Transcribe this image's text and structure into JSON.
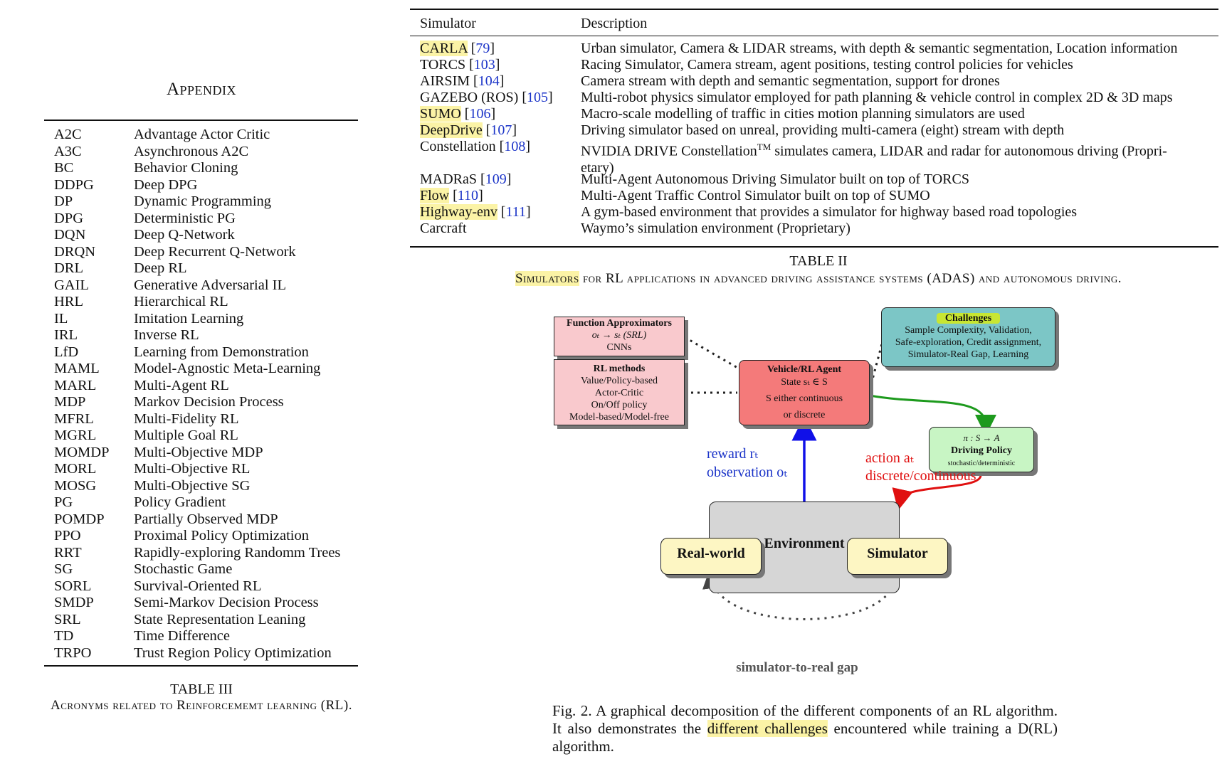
{
  "left_panel": {
    "appendix_title": "Appendix",
    "acronyms": [
      [
        "A2C",
        "Advantage Actor Critic"
      ],
      [
        "A3C",
        "Asynchronous A2C"
      ],
      [
        "BC",
        "Behavior Cloning"
      ],
      [
        "DDPG",
        "Deep DPG"
      ],
      [
        "DP",
        "Dynamic Programming"
      ],
      [
        "DPG",
        "Deterministic PG"
      ],
      [
        "DQN",
        "Deep Q-Network"
      ],
      [
        "DRQN",
        "Deep Recurrent Q-Network"
      ],
      [
        "DRL",
        "Deep RL"
      ],
      [
        "GAIL",
        "Generative Adversarial IL"
      ],
      [
        "HRL",
        "Hierarchical RL"
      ],
      [
        "IL",
        "Imitation Learning"
      ],
      [
        "IRL",
        "Inverse RL"
      ],
      [
        "LfD",
        "Learning from Demonstration"
      ],
      [
        "MAML",
        "Model-Agnostic Meta-Learning"
      ],
      [
        "MARL",
        "Multi-Agent RL"
      ],
      [
        "MDP",
        "Markov Decision Process"
      ],
      [
        "MFRL",
        "Multi-Fidelity RL"
      ],
      [
        "MGRL",
        "Multiple Goal RL"
      ],
      [
        "MOMDP",
        "Multi-Objective MDP"
      ],
      [
        "MORL",
        "Multi-Objective RL"
      ],
      [
        "MOSG",
        "Multi-Objective SG"
      ],
      [
        "PG",
        "Policy Gradient"
      ],
      [
        "POMDP",
        "Partially Observed MDP"
      ],
      [
        "PPO",
        "Proximal Policy Optimization"
      ],
      [
        "RRT",
        "Rapidly-exploring Randomm Trees"
      ],
      [
        "SG",
        "Stochastic Game"
      ],
      [
        "SORL",
        "Survival-Oriented RL"
      ],
      [
        "SMDP",
        "Semi-Markov Decision Process"
      ],
      [
        "SRL",
        "State Representation Leaning"
      ],
      [
        "TD",
        "Time Difference"
      ],
      [
        "TRPO",
        "Trust Region Policy Optimization"
      ]
    ],
    "table_label": "TABLE III",
    "table_caption": "Acronyms related to Reinforcememt learning (RL)."
  },
  "right_panel": {
    "header": {
      "col1": "Simulator",
      "col2": "Description"
    },
    "rows": [
      {
        "name": "CARLA",
        "ref": "79",
        "highlight": true,
        "desc": "Urban simulator, Camera & LIDAR streams, with depth & semantic segmentation, Location information"
      },
      {
        "name": "TORCS",
        "ref": "103",
        "highlight": false,
        "desc": "Racing Simulator, Camera stream, agent positions, testing control policies for vehicles"
      },
      {
        "name": "AIRSIM",
        "ref": "104",
        "highlight": false,
        "desc": "Camera stream with depth and semantic segmentation, support for drones"
      },
      {
        "name": "GAZEBO (ROS)",
        "ref": "105",
        "highlight": false,
        "desc": "Multi-robot physics simulator employed for path planning & vehicle control in complex 2D & 3D maps"
      },
      {
        "name": "SUMO",
        "ref": "106",
        "highlight": true,
        "desc": "Macro-scale modelling of traffic in cities motion planning simulators are used"
      },
      {
        "name": "DeepDrive",
        "ref": "107",
        "highlight": true,
        "desc": "Driving simulator based on unreal, providing multi-camera (eight) stream with depth"
      },
      {
        "name": "Constellation",
        "ref": "108",
        "highlight": false,
        "desc": "NVIDIA DRIVE Constellation",
        "desc_sup": "TM",
        "desc_rest": " simulates camera, LIDAR and radar for autonomous driving (Propri-",
        "desc_line2": "etary)"
      },
      {
        "name": "MADRaS",
        "ref": "109",
        "highlight": false,
        "desc": "Multi-Agent Autonomous Driving Simulator built on top of TORCS"
      },
      {
        "name": "Flow",
        "ref": "110",
        "highlight": true,
        "desc": "Multi-Agent Traffic Control Simulator built on top of SUMO"
      },
      {
        "name": "Highway-env",
        "ref": "111",
        "highlight": true,
        "desc": "A gym-based environment that provides a simulator for highway based road topologies"
      },
      {
        "name": "Carcraft",
        "ref": "",
        "highlight": false,
        "desc": "Waymo’s simulation environment (Proprietary)"
      }
    ],
    "table_label": "TABLE II",
    "caption_highlight": "Simulators",
    "caption_rest": " for RL applications in advanced driving assistance systems (ADAS) and autonomous driving."
  },
  "diagram": {
    "func_approx": {
      "title": "Function Approximators",
      "line1": "oₜ → sₜ  (SRL)",
      "line2": "CNNs"
    },
    "rl_methods": {
      "title": "RL methods",
      "lines": [
        "Value/Policy-based",
        "Actor-Critic",
        "On/Off policy",
        "Model-based/Model-free"
      ]
    },
    "agent": {
      "title": "Vehicle/RL  Agent",
      "line1": "State  sₜ ∈ S",
      "line2": "S  either  continuous",
      "line3": "or  discrete"
    },
    "challenges": {
      "title": "Challenges",
      "lines": [
        "Sample Complexity,  Validation,",
        "Safe-exploration,  Credit assignment,",
        "Simulator-Real Gap,  Learning"
      ]
    },
    "policy": {
      "line1": "π : S → A",
      "title": "Driving  Policy",
      "line3": "stochastic/deterministic"
    },
    "reward_label": "reward  rₜ",
    "observation_label": "observation  oₜ",
    "action_label": "action  aₜ",
    "action_sub": "discrete/continuous",
    "environment": "Environment",
    "real_world": "Real-world",
    "simulator": "Simulator",
    "gap_label": "simulator-to-real gap",
    "colors": {
      "agent": "#f47a7a",
      "func": "#f9c9cd",
      "challenges": "#7cc6c6",
      "policy": "#c8f5c4",
      "env": "#d6d6d6",
      "envbox": "#fdf6c3",
      "green": "#1d9a1d",
      "blue": "#1010e8",
      "red": "#e01010"
    }
  },
  "figure_caption": {
    "lead": "Fig. 2.   A graphical decomposition of the different components of an RL algorithm. It also demonstrates the ",
    "highlight": "different challenges",
    "tail": " encountered while training a D(RL) algorithm."
  }
}
